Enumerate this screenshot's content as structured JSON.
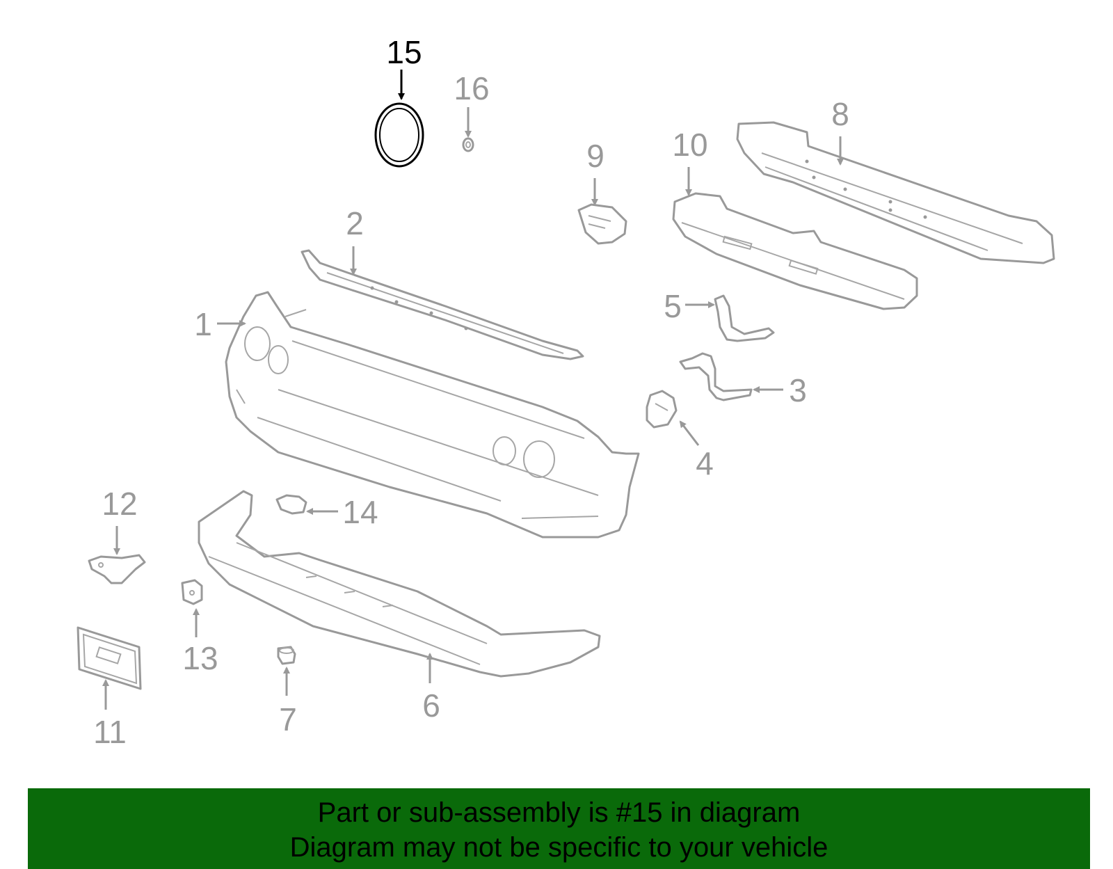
{
  "diagram": {
    "highlight_color": "#000000",
    "muted_color": "#999999",
    "callouts": [
      {
        "id": "15",
        "label": "15",
        "highlighted": true
      },
      {
        "id": "16",
        "label": "16"
      },
      {
        "id": "8",
        "label": "8"
      },
      {
        "id": "10",
        "label": "10"
      },
      {
        "id": "9",
        "label": "9"
      },
      {
        "id": "2",
        "label": "2"
      },
      {
        "id": "1",
        "label": "1"
      },
      {
        "id": "5",
        "label": "5"
      },
      {
        "id": "3",
        "label": "3"
      },
      {
        "id": "4",
        "label": "4"
      },
      {
        "id": "12",
        "label": "12"
      },
      {
        "id": "14",
        "label": "14"
      },
      {
        "id": "13",
        "label": "13"
      },
      {
        "id": "11",
        "label": "11"
      },
      {
        "id": "7",
        "label": "7"
      },
      {
        "id": "6",
        "label": "6"
      }
    ]
  },
  "banner": {
    "background": "#0a6a0a",
    "line1": "Part or sub-assembly is #15 in diagram",
    "line2": "Diagram may not be specific to your vehicle"
  }
}
